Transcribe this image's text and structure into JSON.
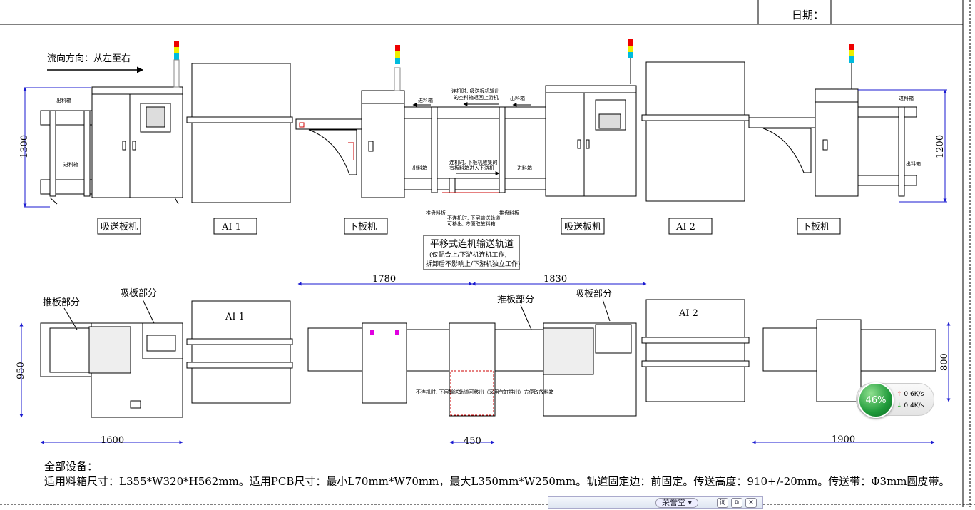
{
  "header": {
    "date_label": "日期："
  },
  "flow_direction": "流向方向：从左至右",
  "machines": {
    "m1": "吸送板机",
    "m2": "AI  1",
    "m3": "下板机",
    "m4": "吸送板机",
    "m5": "AI  2",
    "m6": "下板机"
  },
  "track": {
    "title": "平移式连机输送轨道",
    "note1": "(仅配合上/下游机连机工作,",
    "note2": "拆卸后不影响上/下游机独立工作)"
  },
  "labels": {
    "out_box": "出料箱",
    "in_box": "进料箱",
    "push_part": "推板部分",
    "suck_part": "吸板部分",
    "pallet": "推盘料板",
    "ai1": "AI  1",
    "ai2": "AI  2",
    "conn_note1": "连机时, 吸送板机输出",
    "conn_note2": "的空料箱返回上游机",
    "conn_note3": "连机时, 下板机收集的",
    "conn_note4": "有板料箱进入下游机",
    "disc_note1": "不连机时, 下层输送轨道",
    "disc_note2": "可移出, 方便取放料箱",
    "disc_plan": "不连机时, 下层输送轨道可移出（采用气缸推出）方便取放料箱"
  },
  "dimensions": {
    "h1300": "1300",
    "h1200": "1200",
    "h950": "950",
    "h800": "800",
    "w1600": "1600",
    "w1780": "1780",
    "w1830": "1830",
    "w450": "450",
    "w1900": "1900"
  },
  "notes": {
    "all_equipment": "全部设备：",
    "spec": "适用料箱尺寸：L355*W320*H562mm。适用PCB尺寸：最小L70mm*W70mm，最大L350mm*W250mm。轨道固定边：前固定。传送高度：910+/-20mm。传送带：Φ3mm圆皮带。"
  },
  "net_widget": {
    "percent": "46%",
    "up": "0.6K/s",
    "down": "0.4K/s"
  },
  "taskbar": {
    "app": "荣誉堂"
  },
  "colors": {
    "line": "#000000",
    "red": "#cc0000",
    "blue": "#1a1ad0",
    "magenta": "#e000e0"
  }
}
